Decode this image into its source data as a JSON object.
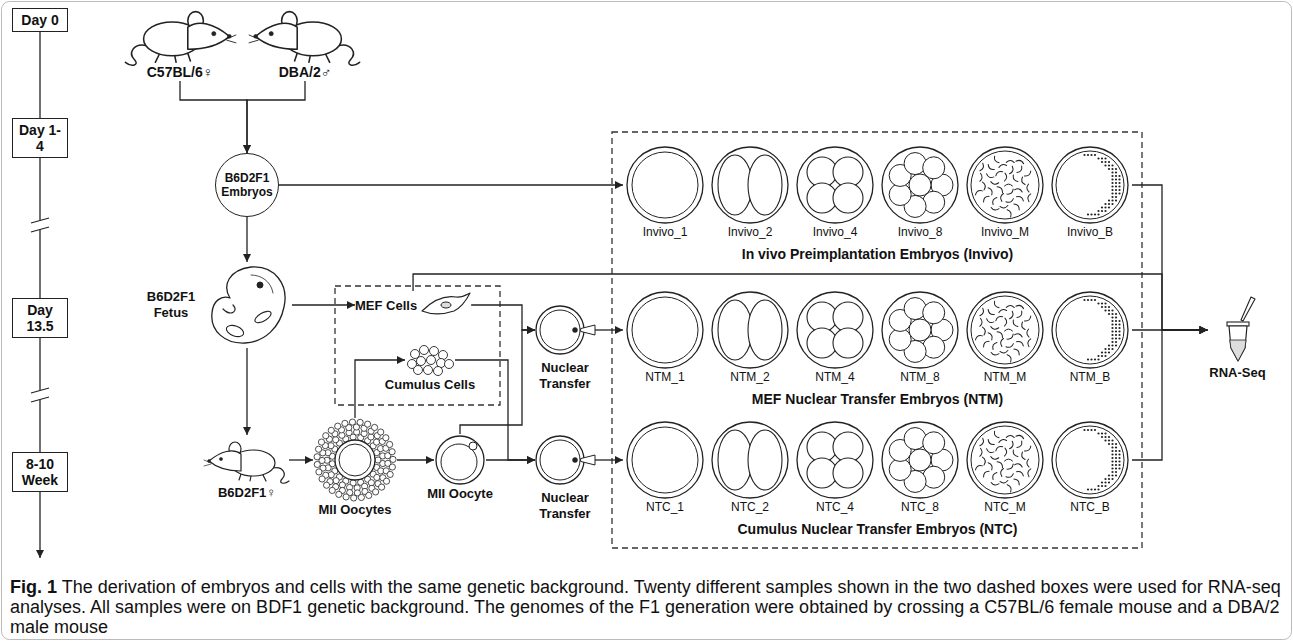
{
  "diagram": {
    "caption": "Fig. 1 The derivation of embryos and cells with the same genetic background. Twenty different samples shown in the two dashed boxes were used for RNA-seq analyses. All samples were on BDF1 genetic background. The genomes of the F1 generation were obtained by crossing a C57BL/6 female mouse and a DBA/2 male mouse",
    "nodes": [
      {
        "text": [
          "Day 0"
        ]
      },
      {
        "text": [
          "Day 1-4"
        ]
      },
      {
        "text": [
          "Day 13.5"
        ]
      },
      {
        "text": [
          "8-10 Week"
        ]
      },
      {
        "text": [
          "C57BL/6♀"
        ]
      },
      {
        "text": [
          "DBA/2♂"
        ]
      },
      {
        "text": [
          "B6D2F1 Embryos"
        ]
      },
      {
        "text": [
          "B6D2F1 Fetus"
        ]
      },
      {
        "text": [
          "MEF Cells"
        ]
      },
      {
        "text": [
          "Cumulus Cells"
        ]
      },
      {
        "text": [
          "B6D2F1♀"
        ]
      },
      {
        "text": [
          "MII Oocytes"
        ]
      },
      {
        "text": [
          "MII Oocyte"
        ]
      },
      {
        "text": [
          "Nuclear Transfer"
        ]
      },
      {
        "text": [
          "Nuclear Transfer"
        ]
      },
      {
        "text": [
          "Invivo_1"
        ]
      },
      {
        "text": [
          "Invivo_2"
        ]
      },
      {
        "text": [
          "Invivo_4"
        ]
      },
      {
        "text": [
          "Invivo_8"
        ]
      },
      {
        "text": [
          "Invivo_M"
        ]
      },
      {
        "text": [
          "Invivo_B"
        ]
      },
      {
        "text": [
          "NTM_1"
        ]
      },
      {
        "text": [
          "NTM_2"
        ]
      },
      {
        "text": [
          "NTM_4"
        ]
      },
      {
        "text": [
          "NTM_8"
        ]
      },
      {
        "text": [
          "NTM_M"
        ]
      },
      {
        "text": [
          "NTM_B"
        ]
      },
      {
        "text": [
          "NTC_1"
        ]
      },
      {
        "text": [
          "NTC_2"
        ]
      },
      {
        "text": [
          "NTC_4"
        ]
      },
      {
        "text": [
          "NTC_8"
        ]
      },
      {
        "text": [
          "NTC_M"
        ]
      },
      {
        "text": [
          "NTC_B"
        ]
      },
      {
        "text": [
          "RNA-Seq"
        ]
      }
    ],
    "edges": [
      {
        "from": 0,
        "to": 1,
        "arrow": "none"
      },
      {
        "from": 1,
        "to": 2,
        "arrow": "none"
      },
      {
        "from": 2,
        "to": 3,
        "arrow": "none"
      },
      {
        "from": 4,
        "to": 6,
        "arrow": "to"
      },
      {
        "from": 5,
        "to": 6,
        "arrow": "to"
      },
      {
        "from": 6,
        "to": 15,
        "arrow": "to"
      },
      {
        "from": 6,
        "to": 7,
        "arrow": "to"
      },
      {
        "from": 7,
        "to": 8,
        "arrow": "to"
      },
      {
        "from": 7,
        "to": 10,
        "arrow": "to"
      },
      {
        "from": 10,
        "to": 11,
        "arrow": "to"
      },
      {
        "from": 11,
        "to": 9,
        "arrow": "to"
      },
      {
        "from": 11,
        "to": 12,
        "arrow": "to"
      },
      {
        "from": 8,
        "to": 13,
        "arrow": "to"
      },
      {
        "from": 12,
        "to": 13,
        "arrow": "to"
      },
      {
        "from": 9,
        "to": 14,
        "arrow": "to"
      },
      {
        "from": 12,
        "to": 14,
        "arrow": "to"
      },
      {
        "from": 13,
        "to": 21,
        "arrow": "to"
      },
      {
        "from": 14,
        "to": 27,
        "arrow": "to"
      },
      {
        "from": 20,
        "to": 33,
        "arrow": "to"
      },
      {
        "from": 26,
        "to": 33,
        "arrow": "to"
      },
      {
        "from": 32,
        "to": 33,
        "arrow": "to"
      },
      {
        "from": 8,
        "to": 33,
        "arrow": "to"
      }
    ],
    "labels": [
      "In vivo Preimplantation Embryos (Invivo)",
      "MEF Nuclear Transfer Embryos (NTM)",
      "Cumulus Nuclear Transfer Embryos (NTC)"
    ]
  }
}
